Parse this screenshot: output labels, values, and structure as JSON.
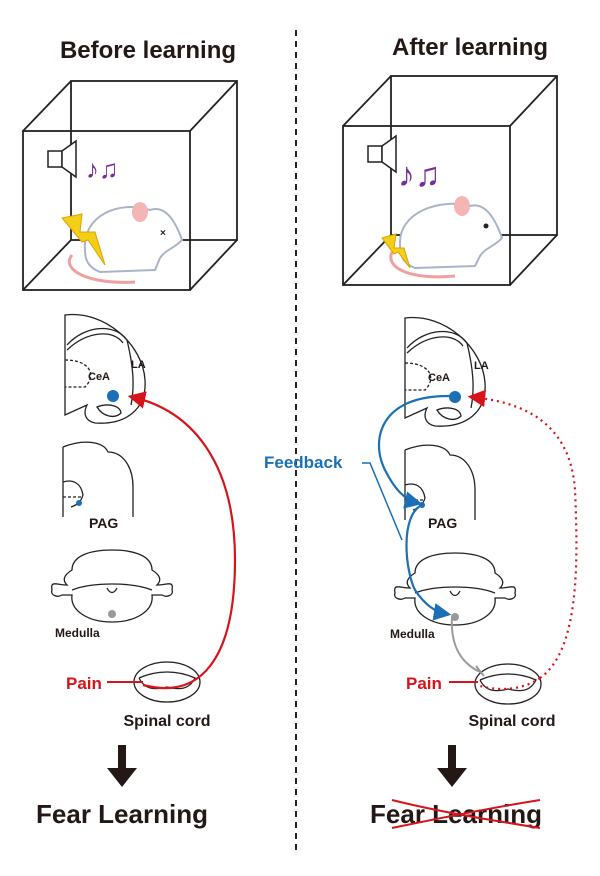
{
  "left": {
    "title": "Before learning",
    "labels": {
      "cea": "CeA",
      "la": "LA",
      "pag": "PAG",
      "medulla": "Medulla",
      "pain": "Pain",
      "spinal": "Spinal cord"
    },
    "outcome": "Fear Learning"
  },
  "right": {
    "title": "After learning",
    "labels": {
      "cea": "CeA",
      "la": "LA",
      "pag": "PAG",
      "medulla": "Medulla",
      "pain": "Pain",
      "spinal": "Spinal cord"
    },
    "feedback": "Feedback",
    "outcome": "Fear Learning",
    "outcome_crossed": true
  },
  "colors": {
    "pain": "#d7141b",
    "feedback": "#1a6fb5",
    "inhibition": "#9a9a9a",
    "notes": "#7b2a9a",
    "shock": "#f2d01a",
    "text": "#231815"
  }
}
